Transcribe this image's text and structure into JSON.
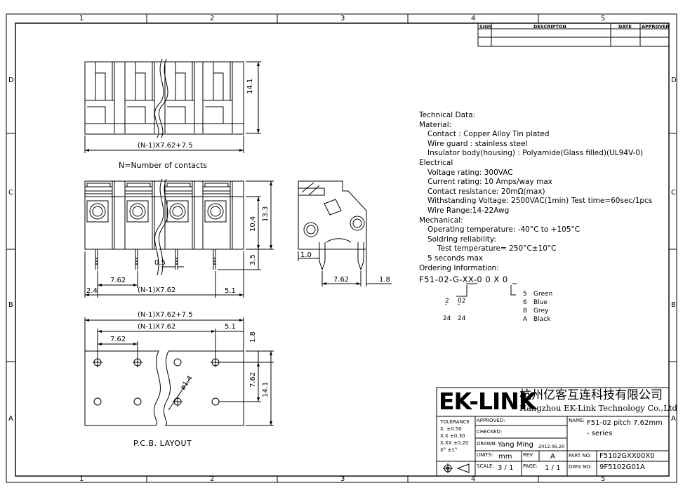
{
  "border": {
    "col_numbers": [
      "1",
      "2",
      "3",
      "4",
      "5"
    ],
    "row_letters": [
      "D",
      "C",
      "B",
      "A"
    ]
  },
  "revision_header": {
    "sign": "SIGN",
    "description": "DESCRIPTON",
    "date": "DATE",
    "approver": "APPROVER"
  },
  "top_view": {
    "dim_height": "14.1",
    "dim_width": "(N-1)X7.62+7.5",
    "caption": "N=Number of contacts"
  },
  "front_view": {
    "dim_13_3": "13.3",
    "dim_10_4": "10.4",
    "dim_3_5": "3.5",
    "dim_0_5": "0.5",
    "dim_7_62": "7.62",
    "dim_2_4": "2.4",
    "dim_pitch": "(N-1)X7.62",
    "dim_5_1": "5.1"
  },
  "side_view": {
    "dim_1_0": "1.0",
    "dim_7_62": "7.62",
    "dim_1_8": "1.8"
  },
  "pcb": {
    "dim_total": "(N-1)X7.62+7.5",
    "dim_pitch": "(N-1)X7.62",
    "dim_5_1": "5.1",
    "dim_7_62_top": "7.62",
    "dim_1_8": "1.8",
    "dim_7_62_side": "7.62",
    "dim_14_1": "14.1",
    "dim_hole": "ø1.4",
    "caption": "P.C.B. LAYOUT"
  },
  "tech": {
    "heading": "Technical Data:",
    "material": "Material:",
    "contact": "Contact : Copper Alloy Tin plated",
    "wire_guard": "Wire guard : stainless  steel",
    "insulator": "Insulator body(housing) : Polyamide(Glass filled)(UL94V-0)",
    "electrical": "Electrical",
    "voltage": "Voltage rating: 300VAC",
    "current": "Current rating: 10 Amps/way max",
    "resistance": "Contact resistance: 20mΩ(max)",
    "withstanding": "Withstanding Voltage: 2500VAC(1min) Test time=60sec/1pcs",
    "wire_range": "Wire Range:14-22Awg",
    "mechanical": "Mechanical:",
    "op_temp": "Operating temperature: -40°C to +105°C",
    "soldering": "Soldring reliability:",
    "test_temp": "Test temperature= 250°C±10°C",
    "seconds": "5 seconds max",
    "ordering": "Ordering Information:",
    "part_code": "F51-02-G-XX-0 0 X 0",
    "poles_a": [
      "2",
      "24"
    ],
    "poles_b": [
      "02",
      "24"
    ],
    "color_codes": [
      "5",
      "6",
      "8",
      "A"
    ],
    "color_names": [
      "Green",
      "Blue",
      "Grey",
      "Black"
    ]
  },
  "title_block": {
    "logo": "EK-LINK",
    "company_cn": "杭州亿客互连科技有限公司",
    "company_en": "Hangzhou EK-Link Technology Co.,Ltd",
    "tolerance_label": "TOLERANCE",
    "tolerances": [
      "X.  ±0.50",
      "X.X  ±0.30",
      "X.XX ±0.20",
      "X°  ±1°"
    ],
    "approved": "APPROVED:",
    "checked": "CHECKED:",
    "drawn_label": "DRAWN:",
    "drawn_by": "Yang Ming",
    "drawn_date": "2012.06.20",
    "units_label": "UNITS:",
    "units": "mm",
    "rev_label": "REV:",
    "rev": "A",
    "scale_label": "SCALE:",
    "scale": "3 / 1",
    "page_label": "PAGE:",
    "page": "1 / 1",
    "name_label": "NAME:",
    "name": "F51-02  pitch 7.62mm",
    "name2": "- series",
    "part_no_label": "PART NO:",
    "part_no": "F5102GXX00X0",
    "dwg_no_label": "DWG NO:",
    "dwg_no": "9F5102G01A"
  }
}
